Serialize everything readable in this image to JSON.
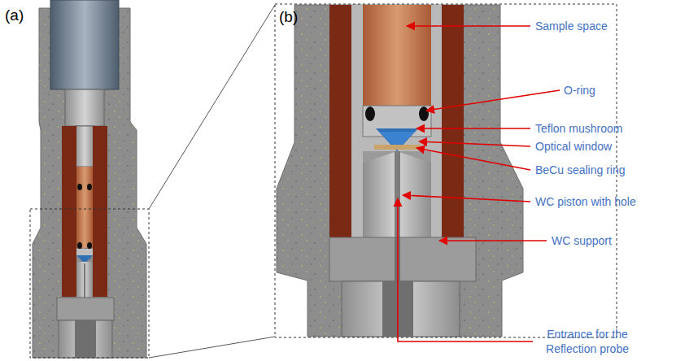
{
  "diagram": {
    "labels": [
      "(a)",
      "(b)",
      "Sample space",
      "O-ring",
      "Teflon mushroom",
      "Optical window",
      "BeCu sealing ring",
      "WC piston with hole",
      "WC support",
      "Entrance for the Reflection probe"
    ]
  }
}
